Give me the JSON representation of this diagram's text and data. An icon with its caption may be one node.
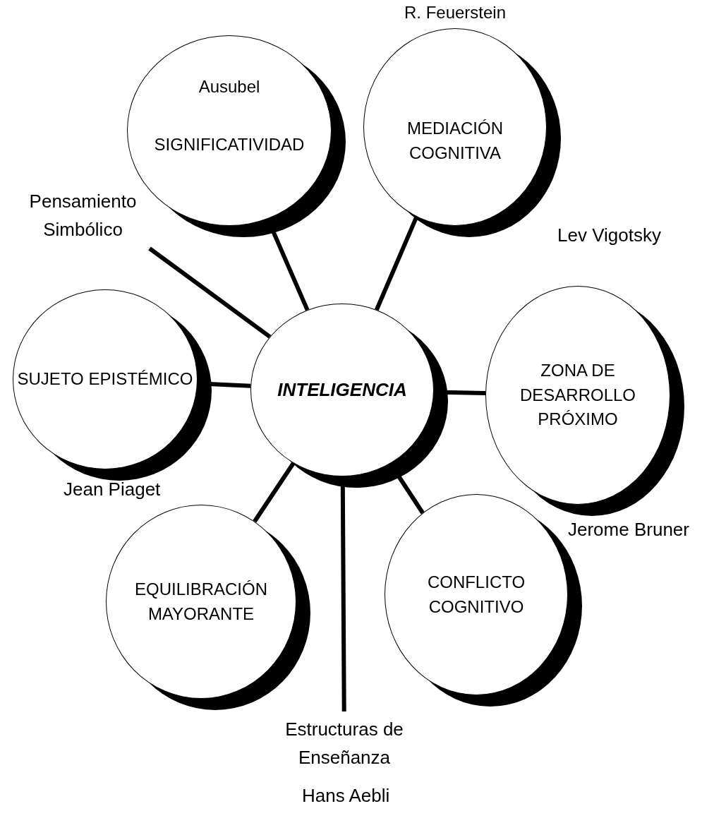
{
  "diagram": {
    "nodes": [
      {
        "text": [
          "Ausubel",
          "SIGNIFICATIVIDAD"
        ]
      },
      {
        "text": [
          "R. Feuerstein",
          "MEDIACIÓN COGNITIVA"
        ]
      },
      {
        "text": [
          "Pensamiento Simbólico"
        ]
      },
      {
        "text": [
          "SUJETO EPISTÉMICO"
        ]
      },
      {
        "text": [
          "INTELIGENCIA"
        ]
      },
      {
        "text": [
          "ZONA DE DESARROLLO PRÓXIMO"
        ]
      },
      {
        "text": [
          "EQUILIBRACIÓN MAYORANTE"
        ]
      },
      {
        "text": [
          "CONFLICTO COGNITIVO"
        ]
      },
      {
        "text": [
          "Estructuras de Enseñanza"
        ]
      }
    ],
    "edges": [
      {
        "from": 4,
        "to": 0,
        "arrow": "none"
      },
      {
        "from": 4,
        "to": 1,
        "arrow": "none"
      },
      {
        "from": 4,
        "to": 2,
        "arrow": "none"
      },
      {
        "from": 4,
        "to": 3,
        "arrow": "none"
      },
      {
        "from": 4,
        "to": 5,
        "arrow": "none"
      },
      {
        "from": 4,
        "to": 6,
        "arrow": "none"
      },
      {
        "from": 4,
        "to": 8,
        "arrow": "none"
      },
      {
        "from": 4,
        "to": 7,
        "arrow": "none"
      }
    ],
    "labels": [
      "Lev Vigotsky",
      "Jean Piaget",
      "Jerome Bruner",
      "Hans Aebli"
    ]
  }
}
